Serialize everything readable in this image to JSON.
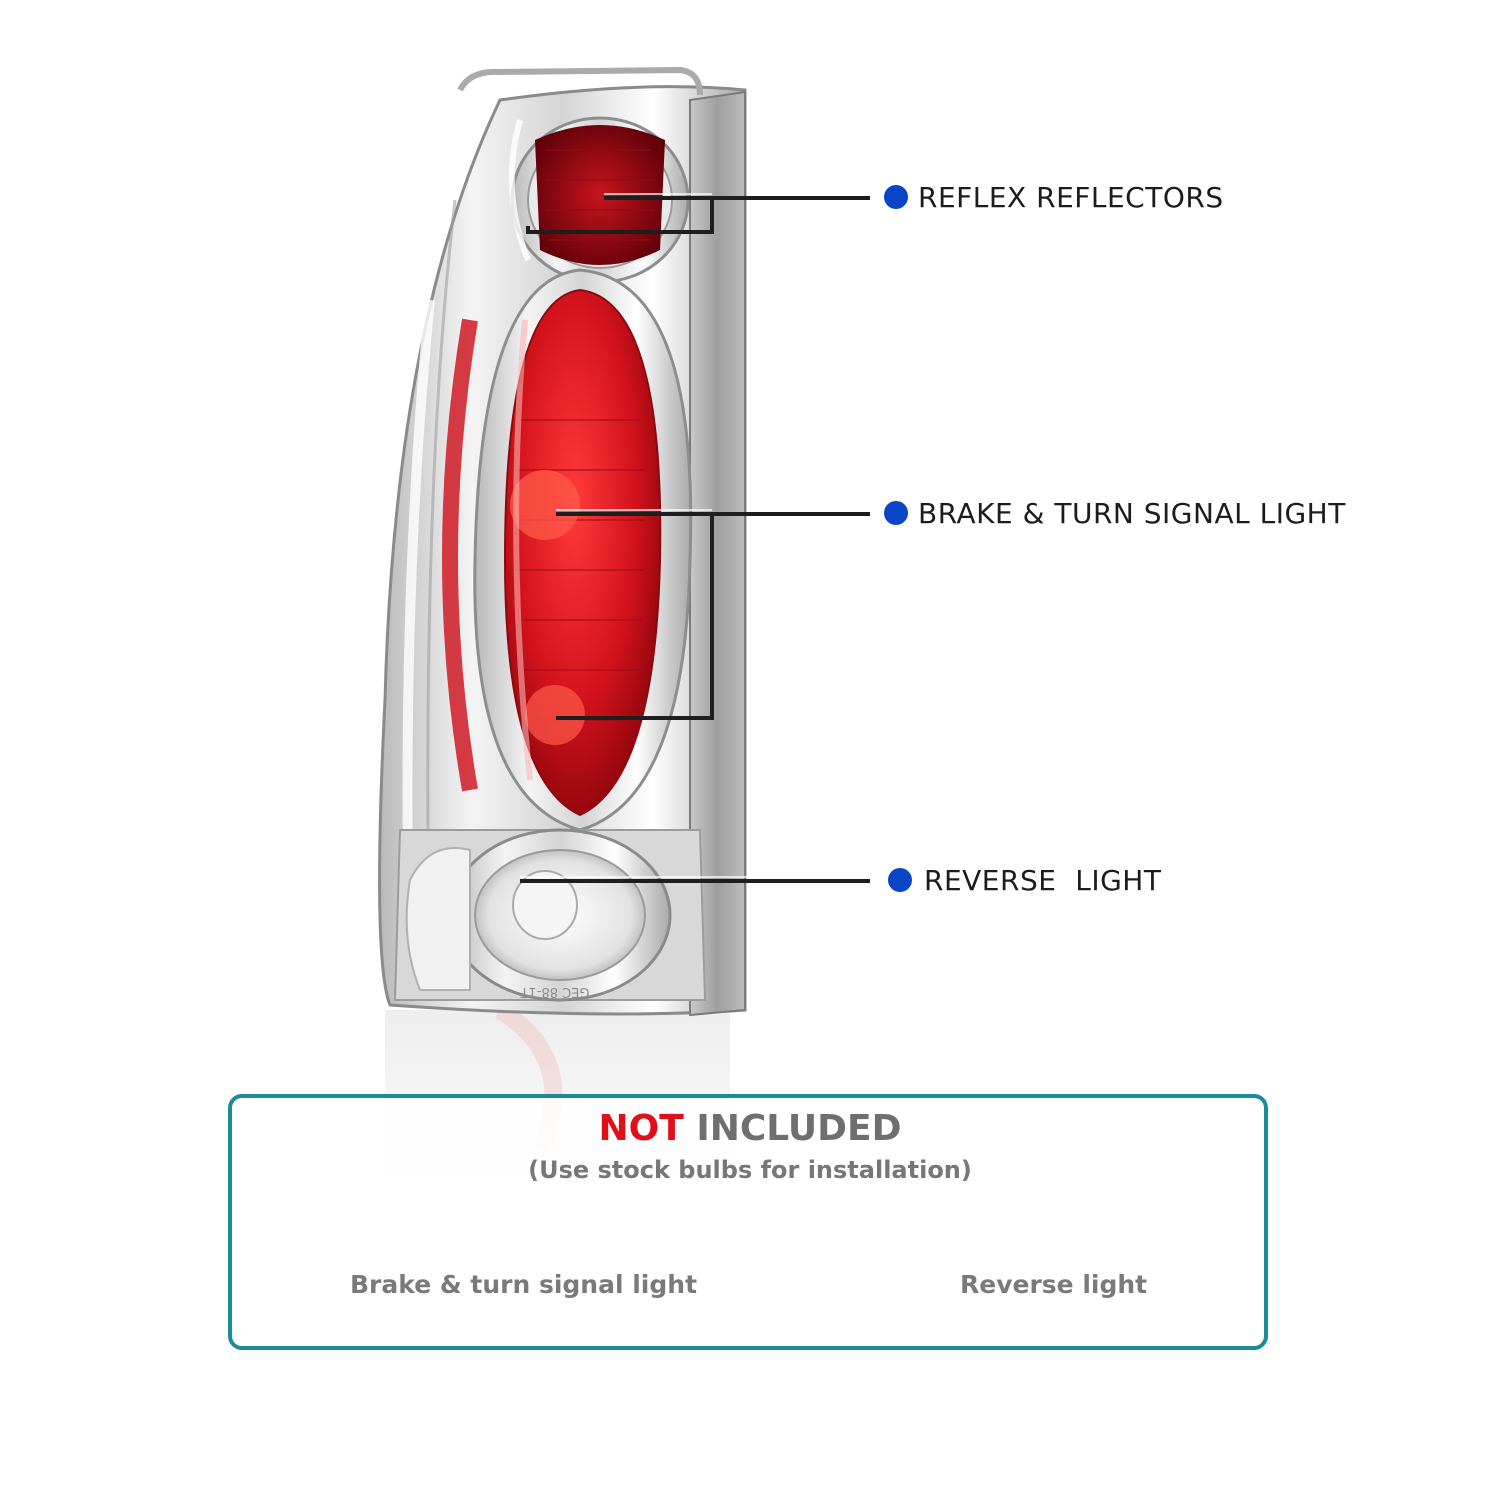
{
  "colors": {
    "accent_dot": "#0a44c7",
    "frame_teal": "#1a8c98",
    "lens_red": "#c8141e",
    "warning_red": "#e0101a"
  },
  "callouts": [
    {
      "id": "reflex",
      "label": "REFLEX REFLECTORS"
    },
    {
      "id": "brake",
      "label": "BRAKE & TURN SIGNAL LIGHT"
    },
    {
      "id": "reverse",
      "label": "REVERSE  LIGHT"
    }
  ],
  "note": {
    "title_not": "NOT",
    "title_rest": " INCLUDED",
    "subtitle": "(Use stock bulbs for installation)",
    "bulbs": [
      {
        "label": "Brake & turn signal light"
      },
      {
        "label": "Reverse light"
      }
    ]
  },
  "lamp": {
    "lens_marking": "GEC 88-1T"
  }
}
